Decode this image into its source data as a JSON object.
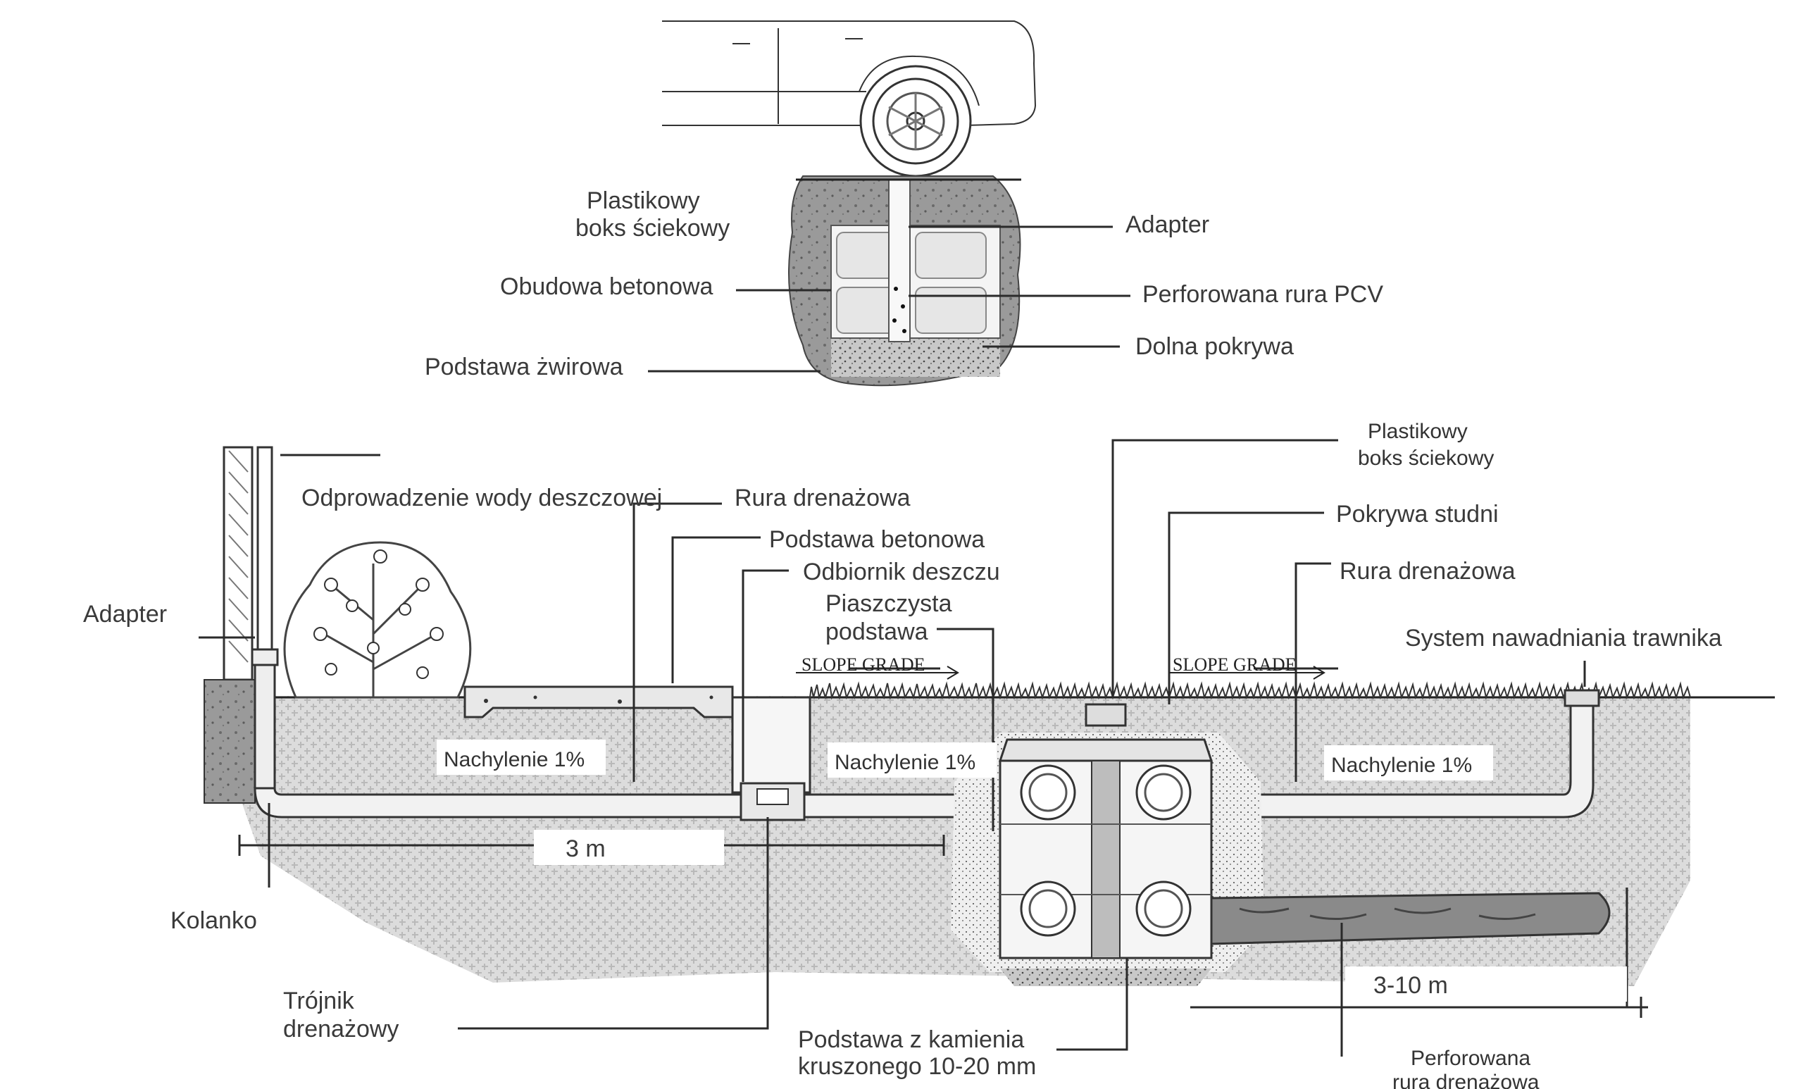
{
  "top_section": {
    "label_box": [
      "Plastikowy",
      "boks ściekowy"
    ],
    "label_concrete": "Obudowa betonowa",
    "label_gravel": "Podstawa żwirowa",
    "label_adapter": "Adapter",
    "label_pipe": "Perforowana rura PCV",
    "label_bottom_cover": "Dolna pokrywa"
  },
  "bottom_section": {
    "label_adapter": "Adapter",
    "label_rainwater": "Odprowadzenie wody deszczowej",
    "label_drain_pipe_1": "Rura drenażowa",
    "label_concrete_base": "Podstawa betonowa",
    "label_rain_receiver": "Odbiornik deszczu",
    "label_sandy_base": [
      "Piaszczysta",
      "podstawa"
    ],
    "label_box": [
      "Plastikowy",
      "boks ściekowy"
    ],
    "label_well_cover": "Pokrywa studni",
    "label_drain_pipe_2": "Rura drenażowa",
    "label_irrigation": "System nawadniania trawnika",
    "slope_grade_1": "SLOPE GRADE",
    "slope_grade_2": "SLOPE GRADE",
    "incline_1": "Nachylenie 1%",
    "incline_2": "Nachylenie 1%",
    "incline_3": "Nachylenie 1%",
    "dim_3m": "3 m",
    "dim_3_10m": "3-10 m",
    "label_elbow": "Kolanko",
    "label_tee": [
      "Trójnik",
      "drenażowy"
    ],
    "label_stone_base": [
      "Podstawa z kamienia",
      "kruszonego 10-20 mm"
    ],
    "label_perforated": [
      "Perforowana",
      "rura drenażowa"
    ]
  }
}
